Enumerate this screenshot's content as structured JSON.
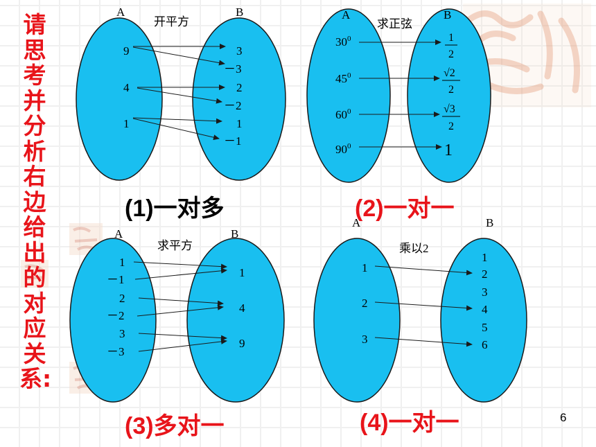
{
  "side_title": "请思考并分析右边给出的对应关系:",
  "page_number": "6",
  "colors": {
    "ellipse_fill": "#19bff0",
    "ellipse_stroke": "#1a1a1a",
    "red": "#e8141a"
  },
  "diagrams": [
    {
      "set_a_label": "A",
      "set_b_label": "B",
      "rule": "开平方",
      "a_items": [
        "9",
        "4",
        "1"
      ],
      "b_items": [
        "3",
        "－3",
        "2",
        "－2",
        "1",
        "－1"
      ],
      "caption": "(1)一对多",
      "caption_color": "black"
    },
    {
      "set_a_label": "A",
      "set_b_label": "B",
      "rule": "求正弦",
      "a_items": [
        "30",
        "45",
        "60",
        "90"
      ],
      "a_sup": "0",
      "b_items": [
        {
          "num": "1",
          "den": "2"
        },
        {
          "num": "√2",
          "den": "2"
        },
        {
          "num": "√3",
          "den": "2"
        },
        {
          "value": "1"
        }
      ],
      "caption": "(2)一对一",
      "caption_color": "red"
    },
    {
      "set_a_label": "A",
      "set_b_label": "B",
      "rule": "求平方",
      "a_items": [
        "1",
        "－1",
        "2",
        "－2",
        "3",
        "－3"
      ],
      "b_items": [
        "1",
        "4",
        "9"
      ],
      "caption": "(3)多对一",
      "caption_color": "red"
    },
    {
      "set_a_label": "A",
      "set_b_label": "B",
      "rule": "乘以2",
      "a_items": [
        "1",
        "2",
        "3"
      ],
      "b_items": [
        "1",
        "2",
        "3",
        "4",
        "5",
        "6"
      ],
      "caption": "(4)一对一",
      "caption_color": "red"
    }
  ]
}
